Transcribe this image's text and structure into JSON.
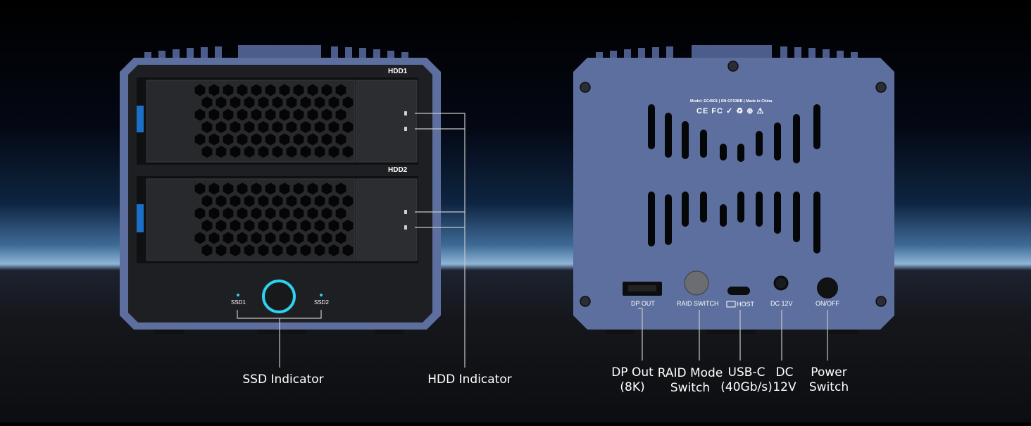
{
  "front": {
    "bay1_label": "HDD1",
    "bay2_label": "HDD2",
    "ssd1_label": "SSD1",
    "ssd2_label": "SSD2"
  },
  "back": {
    "model_line": "Model: EC4501 | SN:CF03BB | Made in China",
    "cert_marks": "CE FC ✓ ♻ ⊕ ⚠",
    "port_labels": [
      "DP OUT",
      "RAID SWITCH",
      "HOST",
      "DC 12V",
      "ON/OFF"
    ]
  },
  "callouts": {
    "ssd_indicator": "SSD Indicator",
    "hdd_indicator": "HDD Indicator",
    "dp_out": "DP Out\n(8K)",
    "raid_mode": "RAID Mode\nSwitch",
    "usb_c": "USB-C\n(40Gb/s)",
    "dc": "DC\n12V",
    "power": "Power\nSwitch"
  },
  "colors": {
    "enclosure_blue": "#5d6f9e",
    "panel_black": "#1e1f22",
    "led_ring": "#2fd0f0",
    "callout_line": "#c8c8c8"
  }
}
